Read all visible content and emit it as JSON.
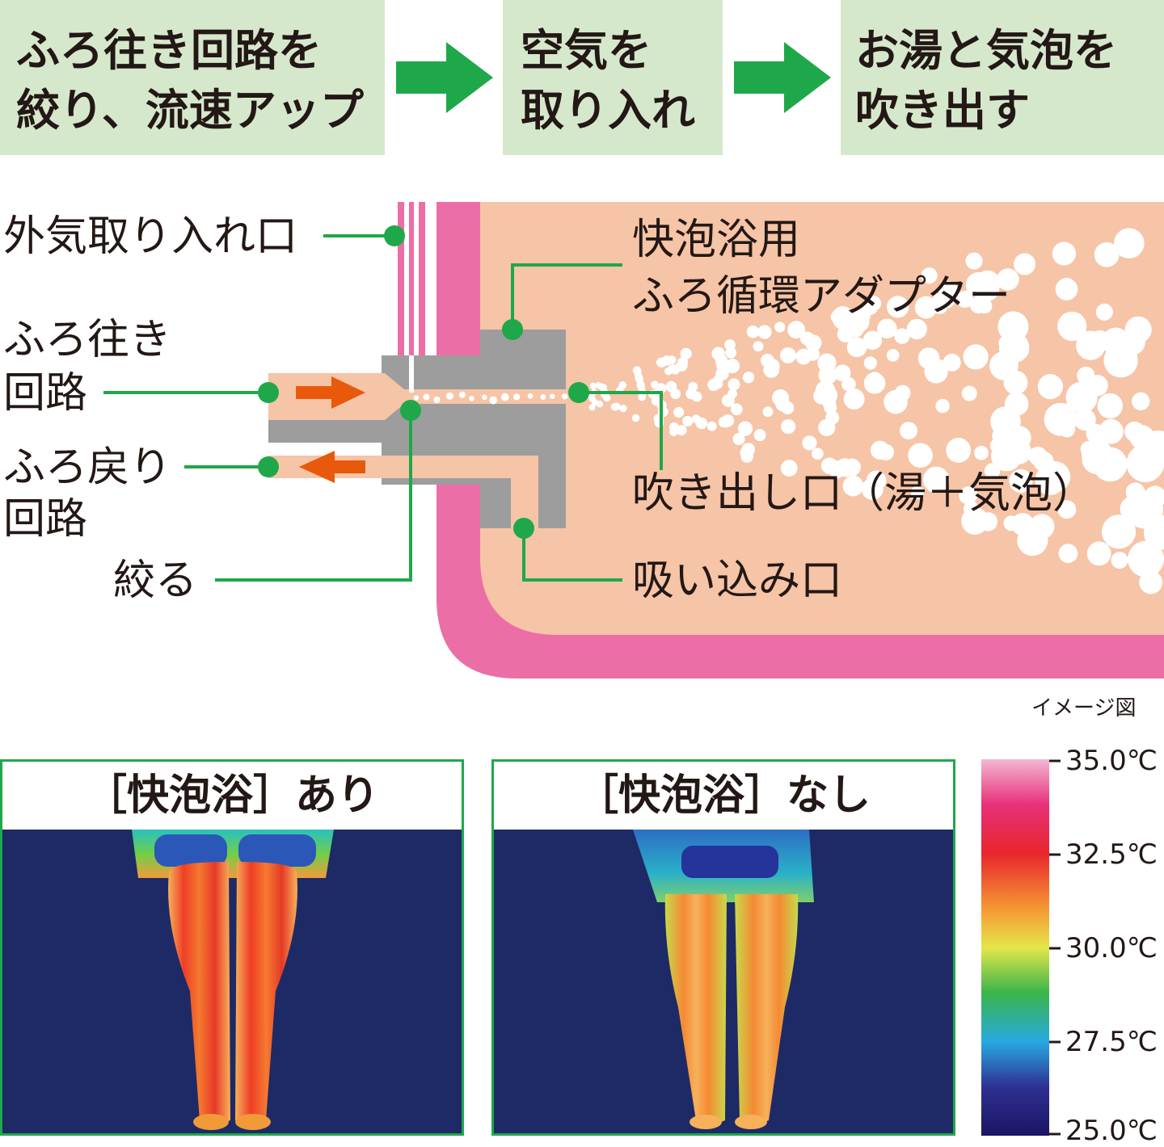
{
  "steps": [
    {
      "line1": "ふろ往き回路を",
      "line2": "絞り、流速アップ"
    },
    {
      "line1": "空気を",
      "line2": "取り入れ"
    },
    {
      "line1": "お湯と気泡を",
      "line2": "吹き出す"
    }
  ],
  "labels": {
    "air_intake": "外気取り入れ口",
    "supply_line1": "ふろ往き",
    "supply_line2": "回路",
    "return_line1": "ふろ戻り",
    "return_line2": "回路",
    "throttle": "絞る",
    "adapter_line1": "快泡浴用",
    "adapter_line2": "ふろ循環アダプター",
    "outlet": "吹き出し口（湯＋気泡）",
    "suction": "吸い込み口",
    "image_note": "イメージ図"
  },
  "panels": {
    "with": "［快泡浴］あり",
    "without": "［快泡浴］なし"
  },
  "scale": {
    "ticks": [
      "35.0℃",
      "32.5℃",
      "30.0℃",
      "27.5℃",
      "25.0℃"
    ]
  },
  "colors": {
    "step_bg": "#d6e8cc",
    "arrow_green": "#1fa84a",
    "tub_pink": "#ec6ea6",
    "water": "#f6c4a6",
    "adapter_gray": "#9d9d9d",
    "flow_arrow": "#e8590c",
    "thermal_bg": "#1d2a66"
  }
}
